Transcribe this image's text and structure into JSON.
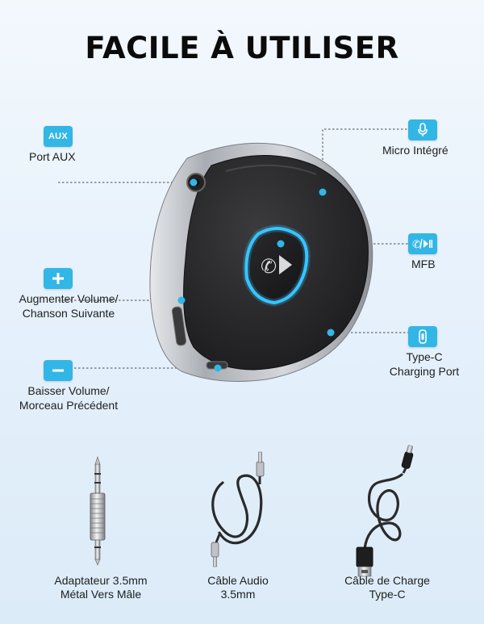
{
  "title": "FACILE À UTILISER",
  "features": {
    "aux": {
      "badge": "AUX",
      "label": "Port AUX",
      "icon": "aux-text-icon"
    },
    "mic": {
      "label": "Micro Intégré",
      "icon": "microphone-icon"
    },
    "mfb": {
      "label": "MFB",
      "icon": "phone-play-pause-icon"
    },
    "volume_up": {
      "line1": "Augmenter Volume/",
      "line2": "Chanson Suivante",
      "icon": "plus-icon"
    },
    "type_c": {
      "line1": "Type-C",
      "line2": "Charging Port",
      "icon": "usb-c-icon"
    },
    "volume_down": {
      "line1": "Baisser Volume/",
      "line2": "Morceau Précédent",
      "icon": "minus-icon"
    }
  },
  "accessories": [
    {
      "line1": "Adaptateur 3.5mm",
      "line2": "Métal Vers Mâle",
      "icon": "adapter-image"
    },
    {
      "line1": "Câble Audio",
      "line2": "3.5mm",
      "icon": "audio-cable-image"
    },
    {
      "line1": "Câble de Charge",
      "line2": "Type-C",
      "icon": "charging-cable-image"
    }
  ],
  "colors": {
    "accent": "#32b6e6",
    "background": "#e8f2fb",
    "device_body": "#2a2a2c",
    "device_rim": "#c9ccd1"
  }
}
